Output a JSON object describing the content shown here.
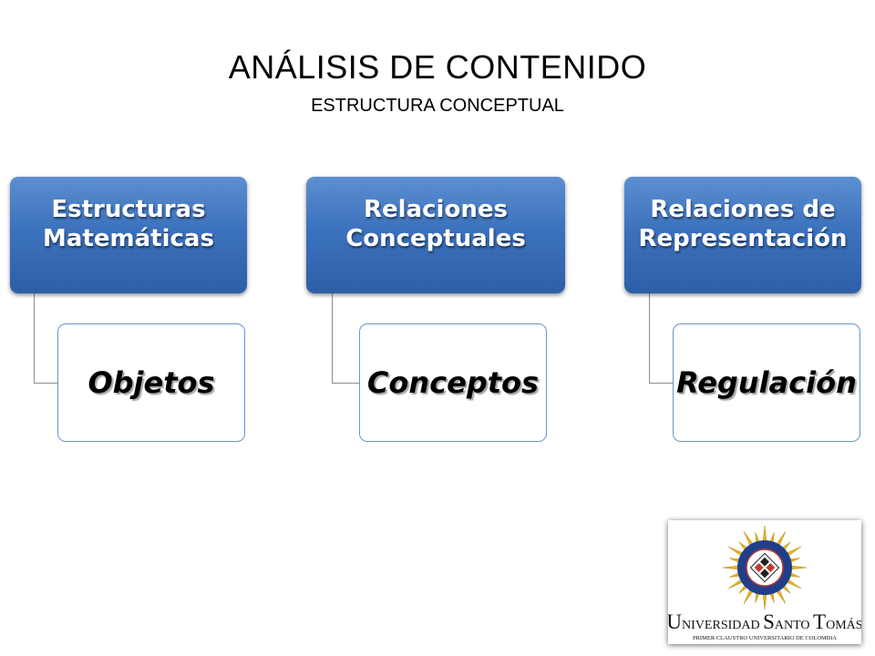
{
  "header": {
    "title": "ANÁLISIS DE CONTENIDO",
    "subtitle": "ESTRUCTURA CONCEPTUAL"
  },
  "hierarchy": [
    {
      "parent_line1": "Estructuras",
      "parent_line2": "Matemáticas",
      "child": "Objetos"
    },
    {
      "parent_line1": "Relaciones",
      "parent_line2": "Conceptuales",
      "child": "Conceptos"
    },
    {
      "parent_line1": "Relaciones de",
      "parent_line2": "Representación",
      "child": "Regulación"
    }
  ],
  "logo": {
    "name_u": "U",
    "name_rest1": "NIVERSIDAD ",
    "name_s": "S",
    "name_rest2": "ANTO ",
    "name_t": "T",
    "name_rest3": "OMÁS",
    "tagline": "PRIMER CLAUSTRO UNIVERSITARIO DE COLOMBIA"
  },
  "colors": {
    "parent_fill": "#3c72bd",
    "child_border": "#6a93cf",
    "connector": "#8c8c8c",
    "seal_blue": "#1f3f8a",
    "seal_gold": "#e5b51c",
    "seal_red": "#c0392b"
  }
}
